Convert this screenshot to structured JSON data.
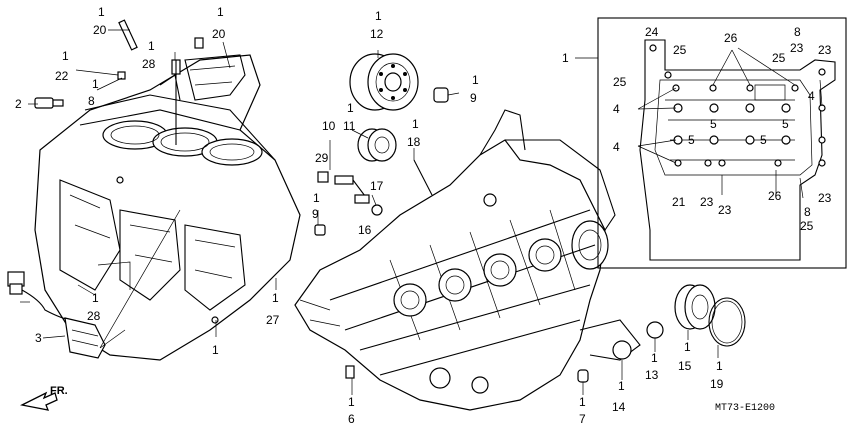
{
  "diagram_code": "MT73-E1200",
  "front_marker": "FR.",
  "callouts": [
    {
      "id": "c1a",
      "top": "1",
      "bottom": "20"
    },
    {
      "id": "c1b",
      "top": "1",
      "bottom": "20"
    },
    {
      "id": "c1c",
      "top": "1",
      "bottom": "28"
    },
    {
      "id": "c1d",
      "top": "1",
      "bottom": "22"
    },
    {
      "id": "c1e",
      "top": "1",
      "bottom": "8"
    },
    {
      "id": "c2",
      "top": "2",
      "bottom": ""
    },
    {
      "id": "c3",
      "top": "3",
      "bottom": ""
    },
    {
      "id": "c1f",
      "top": "1",
      "bottom": "28"
    },
    {
      "id": "c1g",
      "top": "1",
      "bottom": "27"
    },
    {
      "id": "c1h",
      "top": "1",
      "bottom": ""
    },
    {
      "id": "c1i",
      "top": "1",
      "bottom": "12"
    },
    {
      "id": "c1j",
      "top": "1",
      "bottom": "9"
    },
    {
      "id": "c1k",
      "top": "1",
      "bottom": "11"
    },
    {
      "id": "c10",
      "top": "10",
      "bottom": "29"
    },
    {
      "id": "c1l",
      "top": "1",
      "bottom": "18"
    },
    {
      "id": "c17",
      "top": "17",
      "bottom": "16"
    },
    {
      "id": "c1m",
      "top": "1",
      "bottom": "9"
    },
    {
      "id": "c1n",
      "top": "1",
      "bottom": "6"
    },
    {
      "id": "c1o",
      "top": "1",
      "bottom": "7"
    },
    {
      "id": "c1p",
      "top": "1",
      "bottom": "14"
    },
    {
      "id": "c1q",
      "top": "1",
      "bottom": "13"
    },
    {
      "id": "c1r",
      "top": "1",
      "bottom": "15"
    },
    {
      "id": "c1s",
      "top": "1",
      "bottom": "19"
    },
    {
      "id": "c1t",
      "top": "1",
      "bottom": ""
    }
  ],
  "panel_labels": [
    "24",
    "25",
    "26",
    "8",
    "23",
    "25",
    "23",
    "25",
    "4",
    "5",
    "4",
    "4",
    "5",
    "5",
    "5",
    "21",
    "23",
    "23",
    "26",
    "8",
    "23",
    "25"
  ]
}
